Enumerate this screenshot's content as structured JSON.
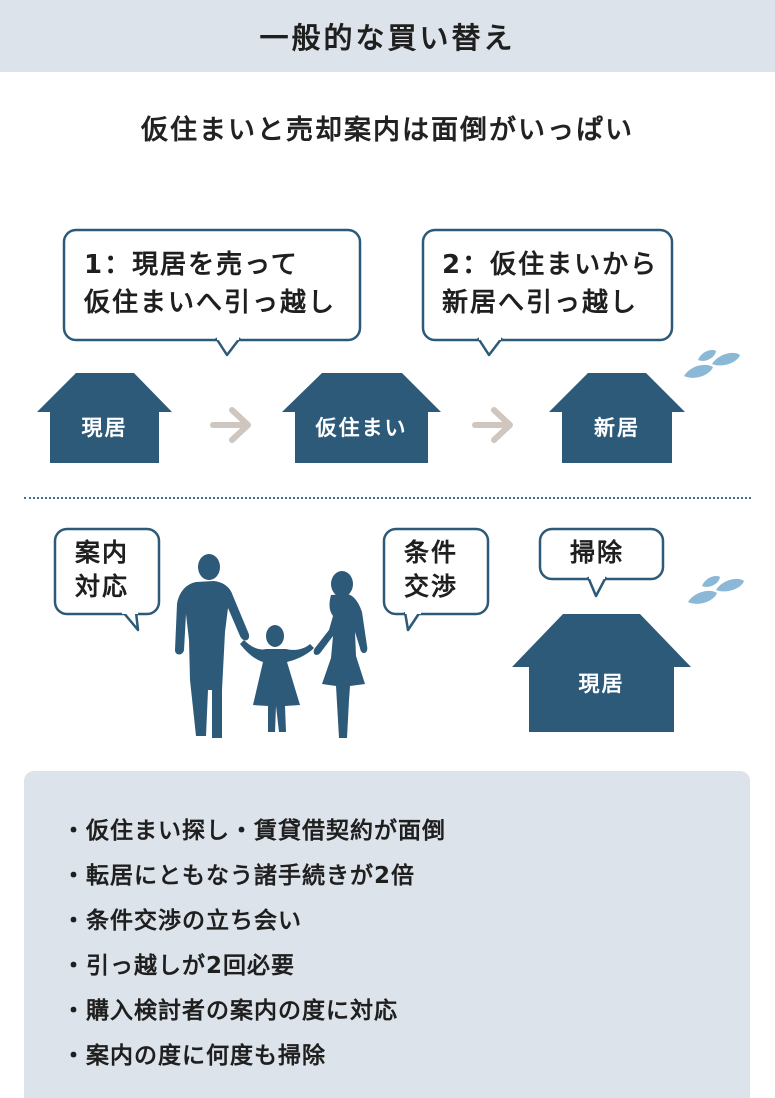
{
  "header": {
    "title": "一般的な買い替え"
  },
  "subtitle": "仮住まいと売却案内は面倒がいっぱい",
  "bubbles": {
    "step1": {
      "line1": "1：現居を売って",
      "line2": "仮住まいへ引っ越し"
    },
    "step2": {
      "line1": "2：仮住まいから",
      "line2": "新居へ引っ越し"
    },
    "guide": {
      "line1": "案内",
      "line2": "対応"
    },
    "negotiate": {
      "line1": "条件",
      "line2": "交渉"
    },
    "cleaning": {
      "line1": "掃除"
    }
  },
  "houses": {
    "current": "現居",
    "temporary": "仮住まい",
    "new": "新居",
    "current_bottom": "現居"
  },
  "list": [
    "・仮住まい探し・賃貸借契約が面倒",
    "・転居にともなう諸手続きが2倍",
    "・条件交渉の立ち会い",
    "・引っ越しが2回必要",
    "・購入検討者の案内の度に対応",
    "・案内の度に何度も掃除"
  ],
  "colors": {
    "house": "#2d5a78",
    "arrow": "#cfc6bf",
    "drops": "#8ab8d6",
    "header_bg": "#dde3ea",
    "panel_bg": "#dde3ea"
  },
  "icons": [
    "house-icon",
    "arrow-right-icon",
    "water-drops-icon",
    "family-silhouette-icon"
  ]
}
